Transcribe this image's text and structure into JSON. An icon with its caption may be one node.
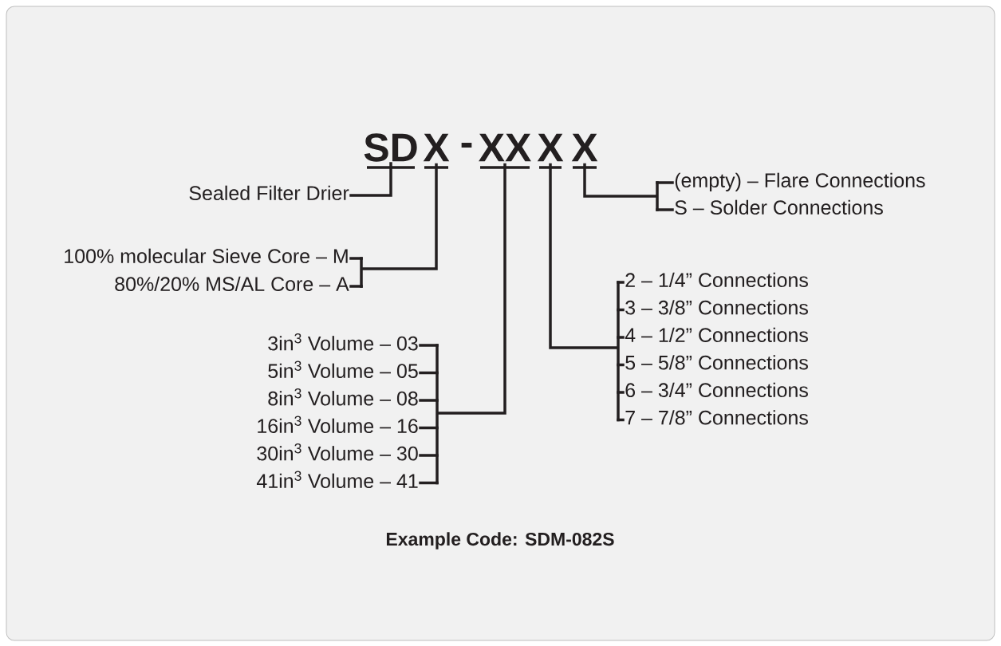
{
  "diagram": {
    "caption": "Example Code: SDM-082S",
    "nodes": [
      {
        "text": [
          "SD"
        ]
      },
      {
        "text": [
          "X"
        ]
      },
      {
        "text": [
          "XX"
        ]
      },
      {
        "text": [
          "X"
        ]
      },
      {
        "text": [
          "X"
        ]
      },
      {
        "text": [
          "Sealed Filter Drier"
        ]
      },
      {
        "text": [
          "100% molecular Sieve Core – M"
        ]
      },
      {
        "text": [
          "80%/20% MS/AL Core – A"
        ]
      },
      {
        "text": [
          "3in$^{3}$ Volume – 03"
        ]
      },
      {
        "text": [
          "5in$^{3}$ Volume – 05"
        ]
      },
      {
        "text": [
          "8in$^{3}$ Volume – 08"
        ]
      },
      {
        "text": [
          "16in$^{3}$ Volume – 16"
        ]
      },
      {
        "text": [
          "30in$^{3}$ Volume – 30"
        ]
      },
      {
        "text": [
          "41in$^{3}$ Volume – 41"
        ]
      },
      {
        "text": [
          "2 – 1/4” Connections"
        ]
      },
      {
        "text": [
          "3 – 3/8” Connections"
        ]
      },
      {
        "text": [
          "4 – 1/2” Connections"
        ]
      },
      {
        "text": [
          "5 – 5/8” Connections"
        ]
      },
      {
        "text": [
          "6 – 3/4” Connections"
        ]
      },
      {
        "text": [
          "7 – 7/8” Connections"
        ]
      },
      {
        "text": [
          "(empty) – Flare Connections"
        ]
      },
      {
        "text": [
          "S – Solder Connections"
        ]
      }
    ],
    "edges": [
      {
        "from": 5,
        "to": 0,
        "arrow": "none"
      },
      {
        "from": 6,
        "to": 1,
        "arrow": "none"
      },
      {
        "from": 7,
        "to": 1,
        "arrow": "none"
      },
      {
        "from": 8,
        "to": 2,
        "arrow": "none"
      },
      {
        "from": 9,
        "to": 2,
        "arrow": "none"
      },
      {
        "from": 10,
        "to": 2,
        "arrow": "none"
      },
      {
        "from": 11,
        "to": 2,
        "arrow": "none"
      },
      {
        "from": 12,
        "to": 2,
        "arrow": "none"
      },
      {
        "from": 13,
        "to": 2,
        "arrow": "none"
      },
      {
        "from": 14,
        "to": 3,
        "arrow": "none"
      },
      {
        "from": 15,
        "to": 3,
        "arrow": "none"
      },
      {
        "from": 16,
        "to": 3,
        "arrow": "none"
      },
      {
        "from": 17,
        "to": 3,
        "arrow": "none"
      },
      {
        "from": 18,
        "to": 3,
        "arrow": "none"
      },
      {
        "from": 19,
        "to": 3,
        "arrow": "none"
      },
      {
        "from": 20,
        "to": 4,
        "arrow": "none"
      },
      {
        "from": 21,
        "to": 4,
        "arrow": "none"
      }
    ],
    "labels": [
      "-"
    ]
  }
}
